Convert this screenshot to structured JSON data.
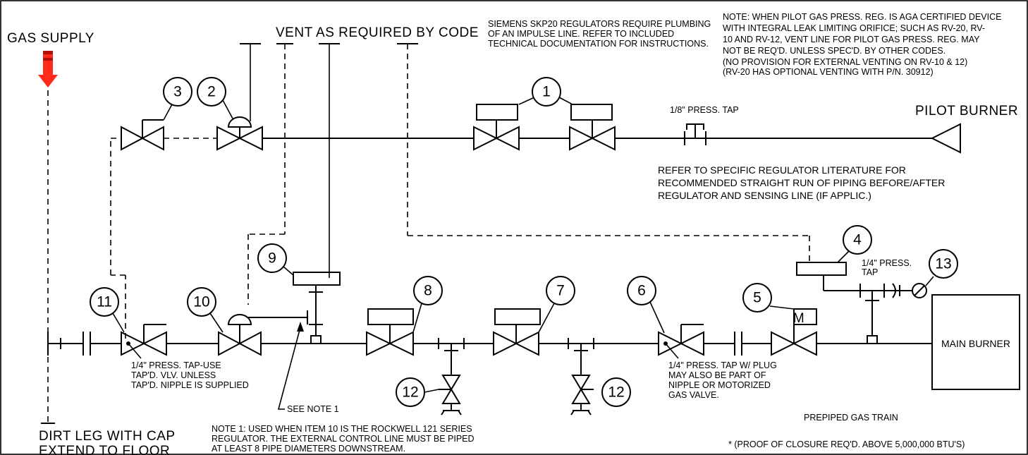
{
  "labels": {
    "gas_supply": "GAS SUPPLY",
    "vent": "VENT AS REQUIRED BY CODE",
    "pilot_burner": "PILOT BURNER",
    "main_burner": "MAIN BURNER",
    "press_tap_18": "1/8\" PRESS. TAP",
    "press_tap_14_a": "1/4\" PRESS.",
    "press_tap_14_b": "TAP",
    "see_note": "SEE NOTE 1",
    "prepiped": "PREPIPED GAS TRAIN",
    "m": "M"
  },
  "notes": {
    "siemens": [
      "SIEMENS SKP20 REGULATORS REQUIRE PLUMBING",
      "OF AN IMPULSE LINE. REFER TO INCLUDED",
      "TECHNICAL DOCUMENTATION FOR INSTRUCTIONS."
    ],
    "pilot_reg": [
      "NOTE: WHEN PILOT GAS PRESS. REG. IS AGA CERTIFIED DEVICE",
      "WITH INTEGRAL LEAK LIMITING ORIFICE; SUCH AS RV-20, RV-",
      "10 AND RV-12, VENT LINE FOR PILOT GAS PRESS. REG. MAY",
      "NOT BE REQ'D. UNLESS SPEC'D. BY OTHER CODES.",
      "(NO PROVISION FOR EXTERNAL VENTING ON RV-10 & 12)",
      "(RV-20 HAS OPTIONAL VENTING WITH P/N. 30912)"
    ],
    "refer": [
      "REFER TO SPECIFIC REGULATOR LITERATURE FOR",
      "RECOMMENDED STRAIGHT RUN OF PIPING BEFORE/AFTER",
      "REGULATOR AND SENSING LINE (IF APPLIC.)"
    ],
    "tap_use": [
      "1/4\" PRESS. TAP-USE",
      "TAP'D. VLV. UNLESS",
      "TAP'D. NIPPLE IS SUPPLIED"
    ],
    "tap_plug": [
      "1/4\" PRESS. TAP W/ PLUG",
      "MAY ALSO BE PART OF",
      "NIPPLE OR MOTORIZED",
      "GAS VALVE."
    ],
    "note1": [
      "NOTE 1:  USED WHEN ITEM 10 IS THE ROCKWELL 121 SERIES",
      "REGULATOR.  THE EXTERNAL CONTROL LINE MUST BE PIPED",
      "AT LEAST 8 PIPE DIAMETERS DOWNSTREAM."
    ],
    "dirt_leg": [
      "DIRT LEG WITH CAP",
      "EXTEND TO FLOOR"
    ],
    "proof": "* (PROOF OF CLOSURE REQ'D. ABOVE 5,000,000 BTU'S)"
  },
  "items": [
    "1",
    "2",
    "3",
    "4",
    "5",
    "6",
    "7",
    "8",
    "9",
    "10",
    "11",
    "12",
    "12",
    "13"
  ],
  "colors": {
    "arrow": "#ff2a1a",
    "arrow_dark": "#b01008",
    "line": "#000000"
  }
}
